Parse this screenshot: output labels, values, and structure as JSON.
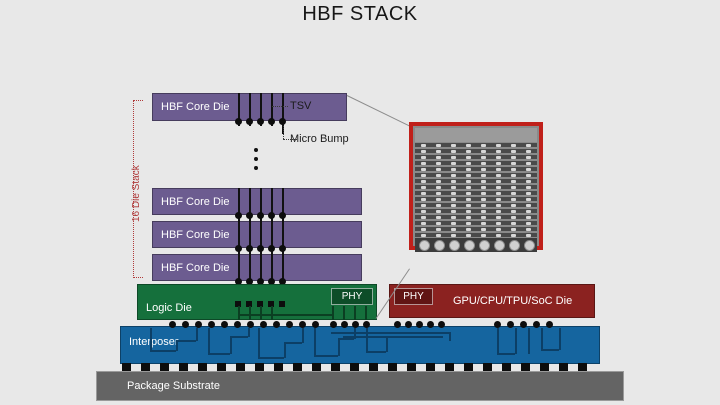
{
  "title": "HBF STACK",
  "colors": {
    "background": "#e8e8e8",
    "core_die": "#6c5c90",
    "logic_die": "#15703c",
    "soc_die": "#8b2220",
    "interposer": "#15659f",
    "substrate": "#646464",
    "bracket": "#b03a3a",
    "inset_border": "#c0201a",
    "phy_green": "#0d4d28",
    "phy_red": "#611514"
  },
  "stack": {
    "bracket_label": "16 Die Stack",
    "core_dies": [
      {
        "label": "HBF Core Die"
      },
      {
        "label": "HBF Core Die"
      },
      {
        "label": "HBF Core Die"
      },
      {
        "label": "HBF Core Die"
      }
    ],
    "logic_die": {
      "label": "Logic Die",
      "phy_label": "PHY"
    },
    "ellipsis_icon": "vertical-ellipsis"
  },
  "callouts": {
    "tsv": "TSV",
    "micro_bump": "Micro Bump"
  },
  "soc": {
    "label": "GPU/CPU/TPU/SoC Die",
    "phy_label": "PHY"
  },
  "base": {
    "interposer_label": "Interposer",
    "substrate_label": "Package Substrate"
  },
  "inset": {
    "name": "die-stack-cross-section-detail",
    "layer_count": 16,
    "ball_count": 8
  }
}
